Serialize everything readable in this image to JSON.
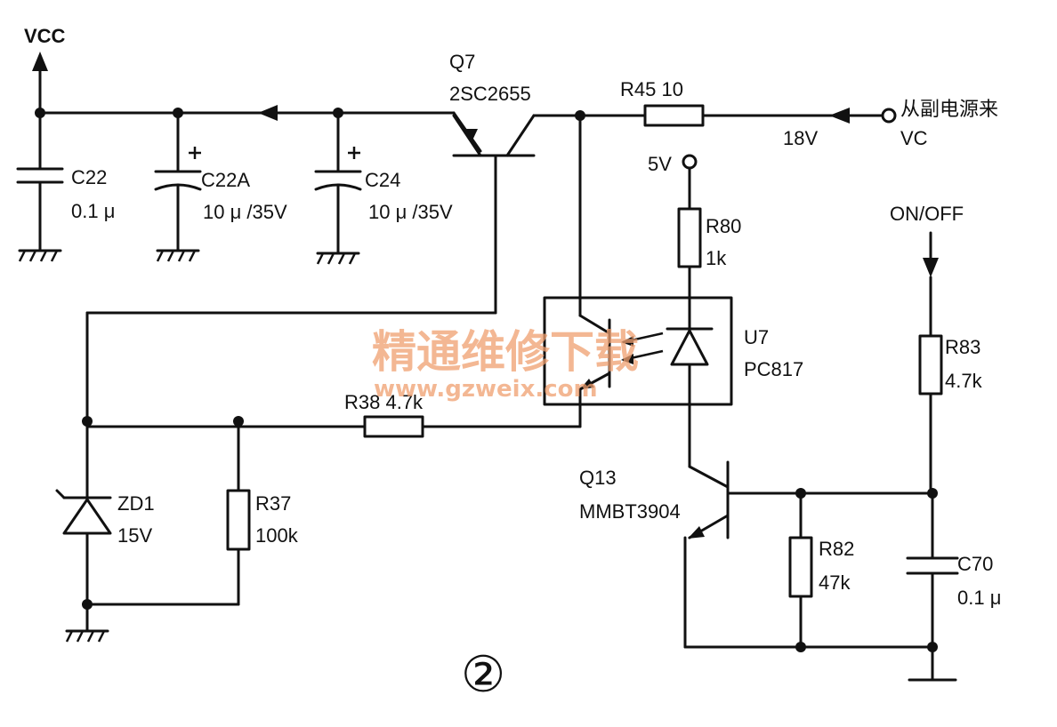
{
  "labels": {
    "vcc": "VCC",
    "c22_name": "C22",
    "c22_value": "0.1 μ",
    "c22a_name": "C22A",
    "c22a_value": "10 μ /35V",
    "c24_name": "C24",
    "c24_value": "10 μ /35V",
    "q7_name": "Q7",
    "q7_part": "2SC2655",
    "r45": "R45  10",
    "source_text": "从副电源来",
    "vc": "VC",
    "v18": "18V",
    "v5": "5V",
    "r80_name": "R80",
    "r80_value": "1k",
    "on_off": "ON/OFF",
    "u7_name": "U7",
    "u7_part": "PC817",
    "r83_name": "R83",
    "r83_value": "4.7k",
    "r38": "R38  4.7k",
    "zd1_name": "ZD1",
    "zd1_value": "15V",
    "r37_name": "R37",
    "r37_value": "100k",
    "q13_name": "Q13",
    "q13_part": "MMBT3904",
    "r82_name": "R82",
    "r82_value": "47k",
    "c70_name": "C70",
    "c70_value": "0.1 μ",
    "figure_number": "②"
  },
  "watermark": {
    "text": "精通维修下载",
    "url": "www.gzweix.com",
    "color": "#f0a070"
  }
}
